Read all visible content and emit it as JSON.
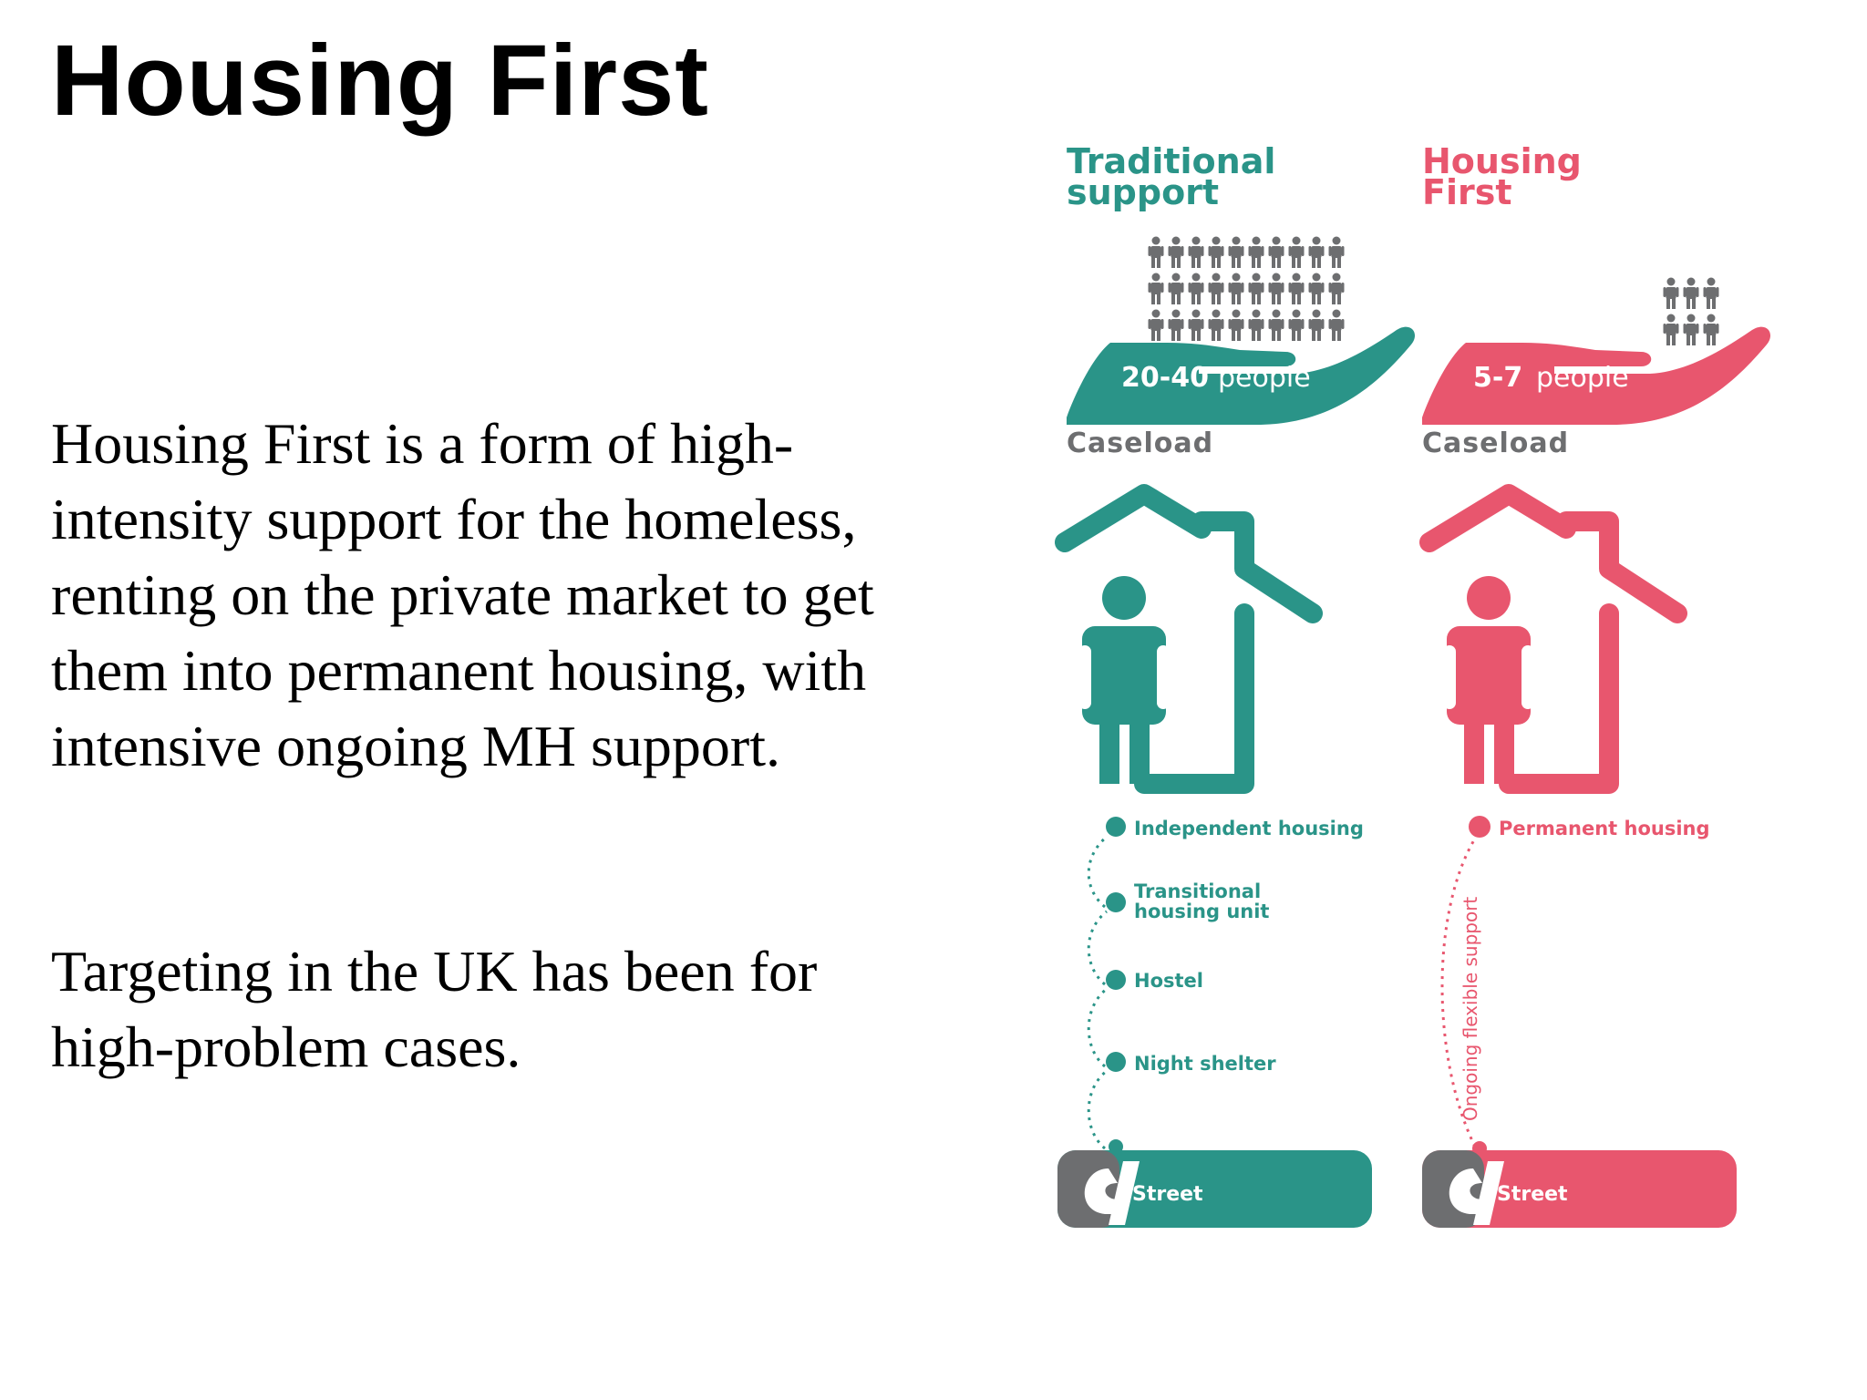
{
  "slide": {
    "title": "Housing First",
    "paragraphs": [
      "Housing First is a form of high-intensity support for the homeless, renting on the private market to get them into permanent housing, with intensive ongoing MH support.",
      "Targeting in the UK has been for high-problem cases."
    ]
  },
  "infographic": {
    "colors": {
      "traditional": "#2a9488",
      "housing_first": "#e8566e",
      "grey": "#6d6e70"
    },
    "traditional": {
      "heading": [
        "Traditional",
        "support"
      ],
      "caseload_range": "20-40",
      "caseload_unit": "people",
      "caseload_label": "Caseload",
      "steps": [
        "Independent housing",
        "Transitional",
        "housing unit",
        "Hostel",
        "Night shelter"
      ],
      "street_label": "Street"
    },
    "housing_first": {
      "heading": [
        "Housing",
        "First"
      ],
      "caseload_range": "5-7",
      "caseload_unit": "people",
      "caseload_label": "Caseload",
      "step": "Permanent housing",
      "support_label": "Ongoing flexible support",
      "street_label": "Street"
    }
  }
}
